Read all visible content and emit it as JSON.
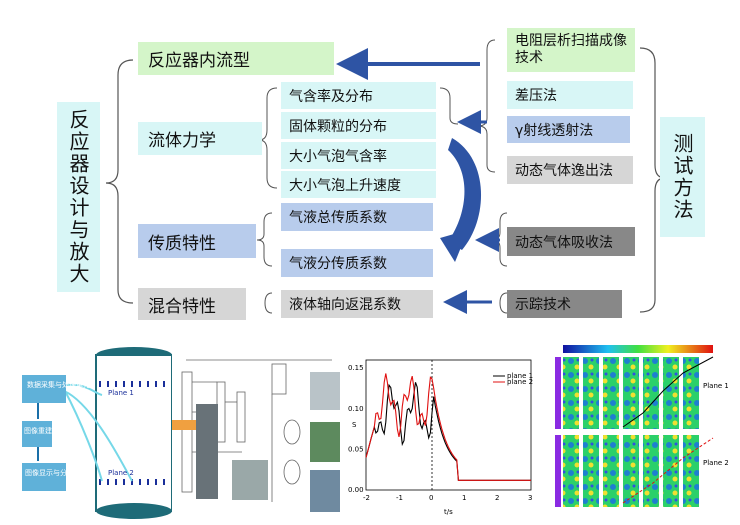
{
  "left_title": "反应器设计与放大",
  "right_title": "测试方法",
  "categories": {
    "flow_pattern": "反应器内流型",
    "fluid_mechanics": "流体力学",
    "mass_transfer": "传质特性",
    "mixing": "混合特性"
  },
  "fluid_items": [
    "气含率及分布",
    "固体颗粒的分布",
    "大小气泡气含率",
    "大小气泡上升速度"
  ],
  "mass_items": [
    "气液总传质系数",
    "气液分传质系数"
  ],
  "mixing_item": "液体轴向返混系数",
  "methods": {
    "ert": "电阻层析扫描成像技术",
    "pressure": "差压法",
    "gamma": "γ射线透射法",
    "degas": "动态气体逸出法",
    "absorb": "动态气体吸收法",
    "tracer": "示踪技术"
  },
  "system_labels": {
    "acq": "数据采集与处理单元",
    "recon": "图像重建单元",
    "disp": "图像显示与分析单元",
    "plane1": "Plane 1",
    "plane2": "Plane 2"
  },
  "plot": {
    "legend": [
      "plane 1",
      "plane 2"
    ],
    "xlabel": "t/s",
    "ylabel": "S",
    "xticks": [
      "-2",
      "-1",
      "0",
      "1",
      "2",
      "3"
    ],
    "yticks": [
      "0.00",
      "0.05",
      "0.10",
      "0.15"
    ],
    "colors": {
      "plane1": "#000000",
      "plane2": "#e01010"
    }
  },
  "tomo": {
    "plane1": "Plane 1",
    "plane2": "Plane 2"
  },
  "colors": {
    "green": "#d4f5c9",
    "cyan": "#d8f6f6",
    "blue": "#b8ccec",
    "gray": "#d6d6d6",
    "darkgray": "#888888",
    "arrow": "#2e54a4"
  }
}
